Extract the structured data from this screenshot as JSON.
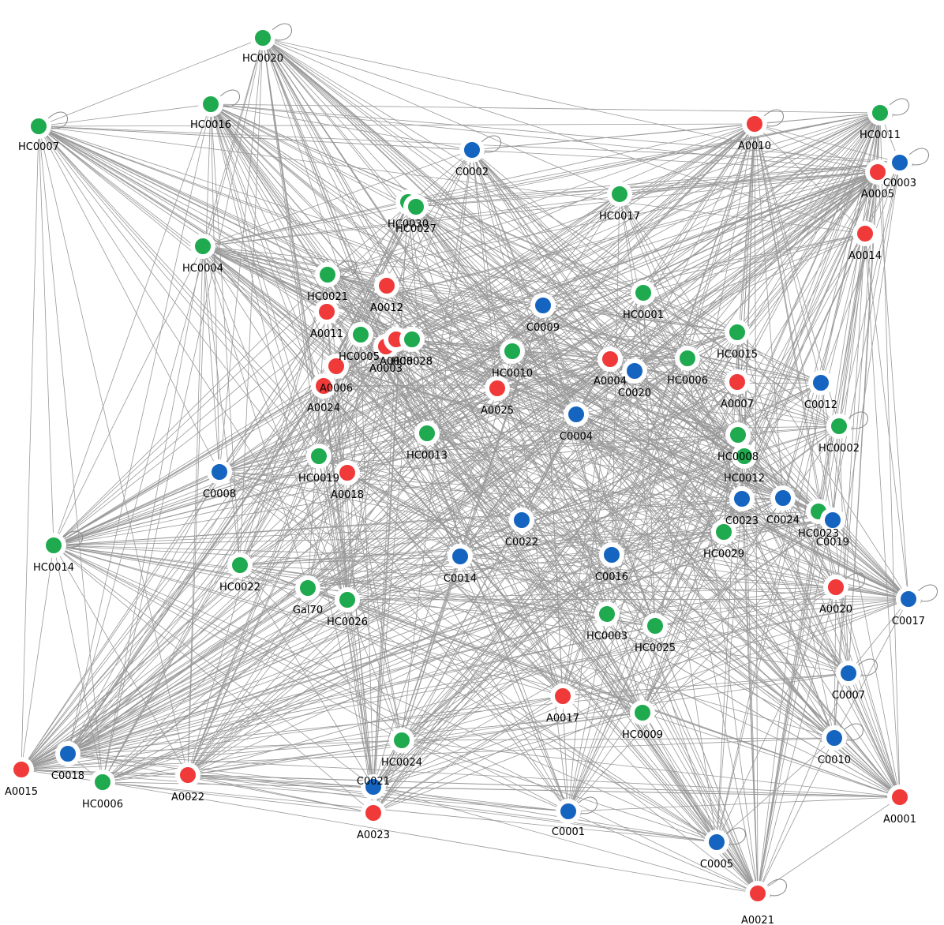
{
  "colors": {
    "A": "#f03a3a",
    "C": "#1565c0",
    "HC": "#1faa4f",
    "edge": "#999999"
  },
  "nodes": [
    {
      "label": "HC0020",
      "group": "HC"
    },
    {
      "label": "HC0016",
      "group": "HC"
    },
    {
      "label": "HC0007",
      "group": "HC"
    },
    {
      "label": "C0002",
      "group": "C"
    },
    {
      "label": "HC0030",
      "group": "HC"
    },
    {
      "label": "HC0027",
      "group": "HC"
    },
    {
      "label": "HC0017",
      "group": "HC"
    },
    {
      "label": "A0010",
      "group": "A"
    },
    {
      "label": "HC0011",
      "group": "HC"
    },
    {
      "label": "C0003",
      "group": "C"
    },
    {
      "label": "A0005",
      "group": "A"
    },
    {
      "label": "A0014",
      "group": "A"
    },
    {
      "label": "HC0004",
      "group": "HC"
    },
    {
      "label": "HC0021",
      "group": "HC"
    },
    {
      "label": "A0012",
      "group": "A"
    },
    {
      "label": "A0011",
      "group": "A"
    },
    {
      "label": "C0009",
      "group": "C"
    },
    {
      "label": "HC0001",
      "group": "HC"
    },
    {
      "label": "HC0005",
      "group": "HC"
    },
    {
      "label": "A0003",
      "group": "A"
    },
    {
      "label": "A0008",
      "group": "A"
    },
    {
      "label": "HC0028",
      "group": "HC"
    },
    {
      "label": "HC0010",
      "group": "HC"
    },
    {
      "label": "HC0015",
      "group": "HC"
    },
    {
      "label": "A0004",
      "group": "A"
    },
    {
      "label": "C0020",
      "group": "C"
    },
    {
      "label": "HC0006",
      "group": "HC"
    },
    {
      "label": "A0007",
      "group": "A"
    },
    {
      "label": "A0006",
      "group": "A"
    },
    {
      "label": "A0024",
      "group": "A"
    },
    {
      "label": "A0025",
      "group": "A"
    },
    {
      "label": "C0004",
      "group": "C"
    },
    {
      "label": "C0012",
      "group": "C"
    },
    {
      "label": "HC0002",
      "group": "HC"
    },
    {
      "label": "HC0013",
      "group": "HC"
    },
    {
      "label": "HC0008",
      "group": "HC"
    },
    {
      "label": "HC0012",
      "group": "HC"
    },
    {
      "label": "HC0019",
      "group": "HC"
    },
    {
      "label": "A0018",
      "group": "A"
    },
    {
      "label": "C0008",
      "group": "C"
    },
    {
      "label": "C0023",
      "group": "C"
    },
    {
      "label": "C0024",
      "group": "C"
    },
    {
      "label": "HC0023",
      "group": "HC"
    },
    {
      "label": "C0019",
      "group": "C"
    },
    {
      "label": "C0022",
      "group": "C"
    },
    {
      "label": "HC0029",
      "group": "HC"
    },
    {
      "label": "HC0014",
      "group": "HC"
    },
    {
      "label": "C0014",
      "group": "C"
    },
    {
      "label": "C0016",
      "group": "C"
    },
    {
      "label": "HC0022",
      "group": "HC"
    },
    {
      "label": "A0020",
      "group": "A"
    },
    {
      "label": "C0017",
      "group": "C"
    },
    {
      "label": "Gal70",
      "group": "HC"
    },
    {
      "label": "HC0026",
      "group": "HC"
    },
    {
      "label": "HC0003",
      "group": "HC"
    },
    {
      "label": "HC0025",
      "group": "HC"
    },
    {
      "label": "C0007",
      "group": "C"
    },
    {
      "label": "A0017",
      "group": "A"
    },
    {
      "label": "HC0009",
      "group": "HC"
    },
    {
      "label": "HC0024",
      "group": "HC"
    },
    {
      "label": "C0010",
      "group": "C"
    },
    {
      "label": "A0015",
      "group": "A"
    },
    {
      "label": "C0018",
      "group": "C"
    },
    {
      "label": "HC0006",
      "group": "HC"
    },
    {
      "label": "A0022",
      "group": "A"
    },
    {
      "label": "C0021",
      "group": "C"
    },
    {
      "label": "A0023",
      "group": "A"
    },
    {
      "label": "C0001",
      "group": "C"
    },
    {
      "label": "A0001",
      "group": "A"
    },
    {
      "label": "C0005",
      "group": "C"
    },
    {
      "label": "A0021",
      "group": "A"
    }
  ]
}
